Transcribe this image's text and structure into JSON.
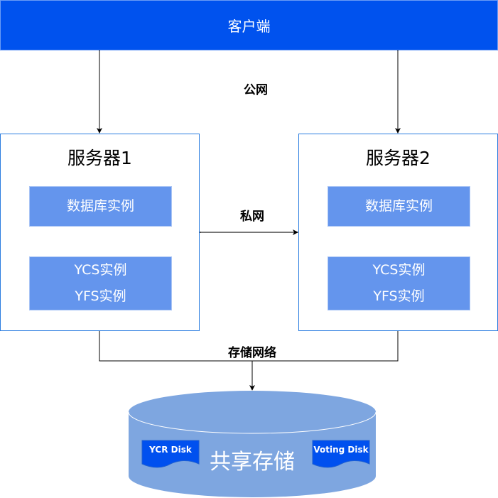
{
  "client": {
    "label": "客户端"
  },
  "links": {
    "public_network": "公网",
    "private_network": "私网",
    "storage_network": "存储网络"
  },
  "servers": [
    {
      "title": "服务器1",
      "db_instance": "数据库实例",
      "ycs_instance": "YCS实例",
      "yfs_instance": "YFS实例"
    },
    {
      "title": "服务器2",
      "db_instance": "数据库实例",
      "ycs_instance": "YCS实例",
      "yfs_instance": "YFS实例"
    }
  ],
  "storage": {
    "label": "共享存储",
    "disks": [
      {
        "label": "YCR Disk"
      },
      {
        "label": "Voting Disk"
      }
    ]
  },
  "colors": {
    "client_bg": "#0052EE",
    "instance_bg": "#6495ED",
    "server_border": "#2b7de0",
    "storage_bg": "#7EA6E0",
    "disk_bg": "#0050EF"
  }
}
